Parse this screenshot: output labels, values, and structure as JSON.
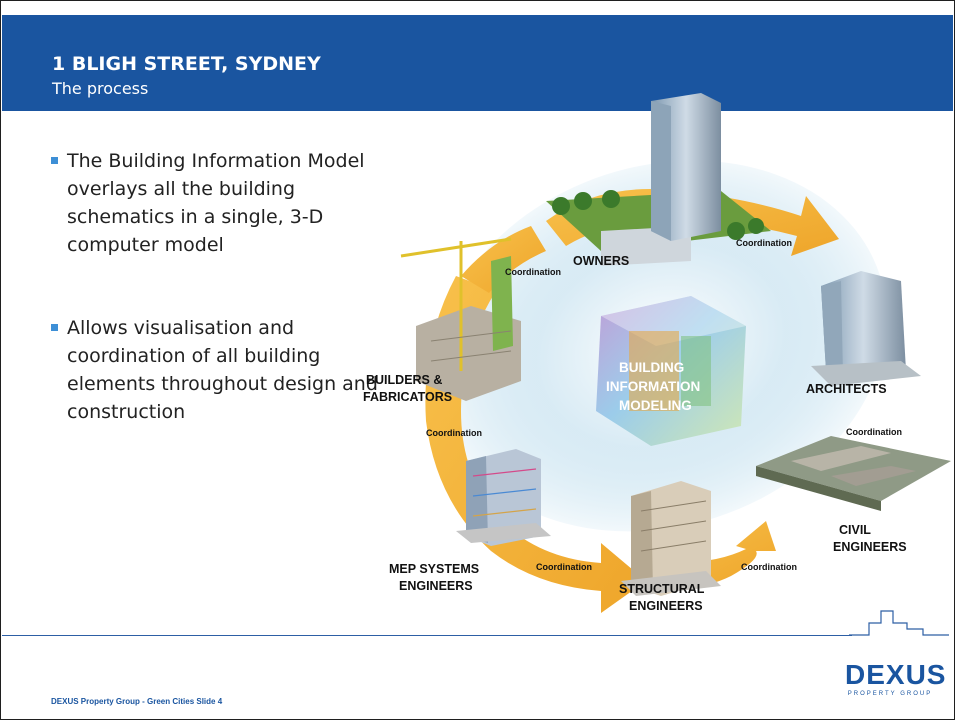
{
  "header": {
    "title": "1 BLIGH STREET, SYDNEY",
    "subtitle": "The process"
  },
  "bullets": [
    "The Building Information Model overlays all the building schematics in a single, 3-D computer model",
    "Allows visualisation and coordination of all building elements throughout design and construction"
  ],
  "diagram": {
    "center_label": [
      "BUILDING",
      "INFORMATION",
      "MODELING"
    ],
    "stakeholders": {
      "owners": "OWNERS",
      "architects": "ARCHITECTS",
      "civil": [
        "CIVIL",
        "ENGINEERS"
      ],
      "structural": [
        "STRUCTURAL",
        "ENGINEERS"
      ],
      "mep": [
        "MEP SYSTEMS",
        "ENGINEERS"
      ],
      "builders": [
        "BUILDERS &",
        "FABRICATORS"
      ]
    },
    "coordination_label": "Coordination"
  },
  "footer": {
    "text": "DEXUS Property Group - Green Cities  Slide 4",
    "logo_main": "DEXUS",
    "logo_sub": "PROPERTY GROUP"
  },
  "colors": {
    "header_bg": "#1a55a0",
    "bullet_marker": "#3d8fd6",
    "arrow": "#f5b630"
  }
}
